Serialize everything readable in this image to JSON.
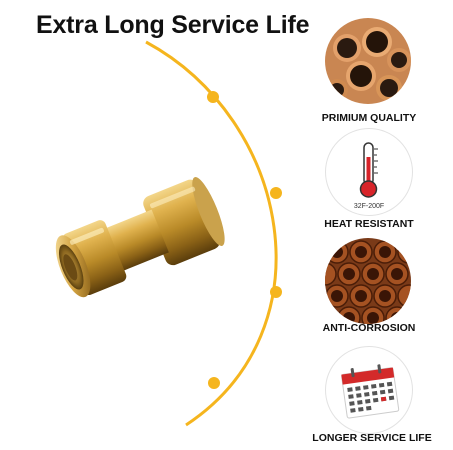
{
  "headline": "Extra Long Service Life",
  "features": [
    {
      "icon": "copper-pipes-photo",
      "label": "PRIMIUM QUALITY"
    },
    {
      "icon": "thermometer-icon",
      "label": "HEAT RESISTANT",
      "icon_text": "32F-200F"
    },
    {
      "icon": "rusted-pipes-photo",
      "label": "ANTI-CORROSION"
    },
    {
      "icon": "calendar-icon",
      "label": "LONGER SERVICE LIFE"
    }
  ],
  "colors": {
    "arc": "#f5b51e",
    "brass": "#c9962a",
    "copper": "#b36a2c",
    "thermometer_red": "#d8242a",
    "calendar_red": "#d32a2a"
  }
}
